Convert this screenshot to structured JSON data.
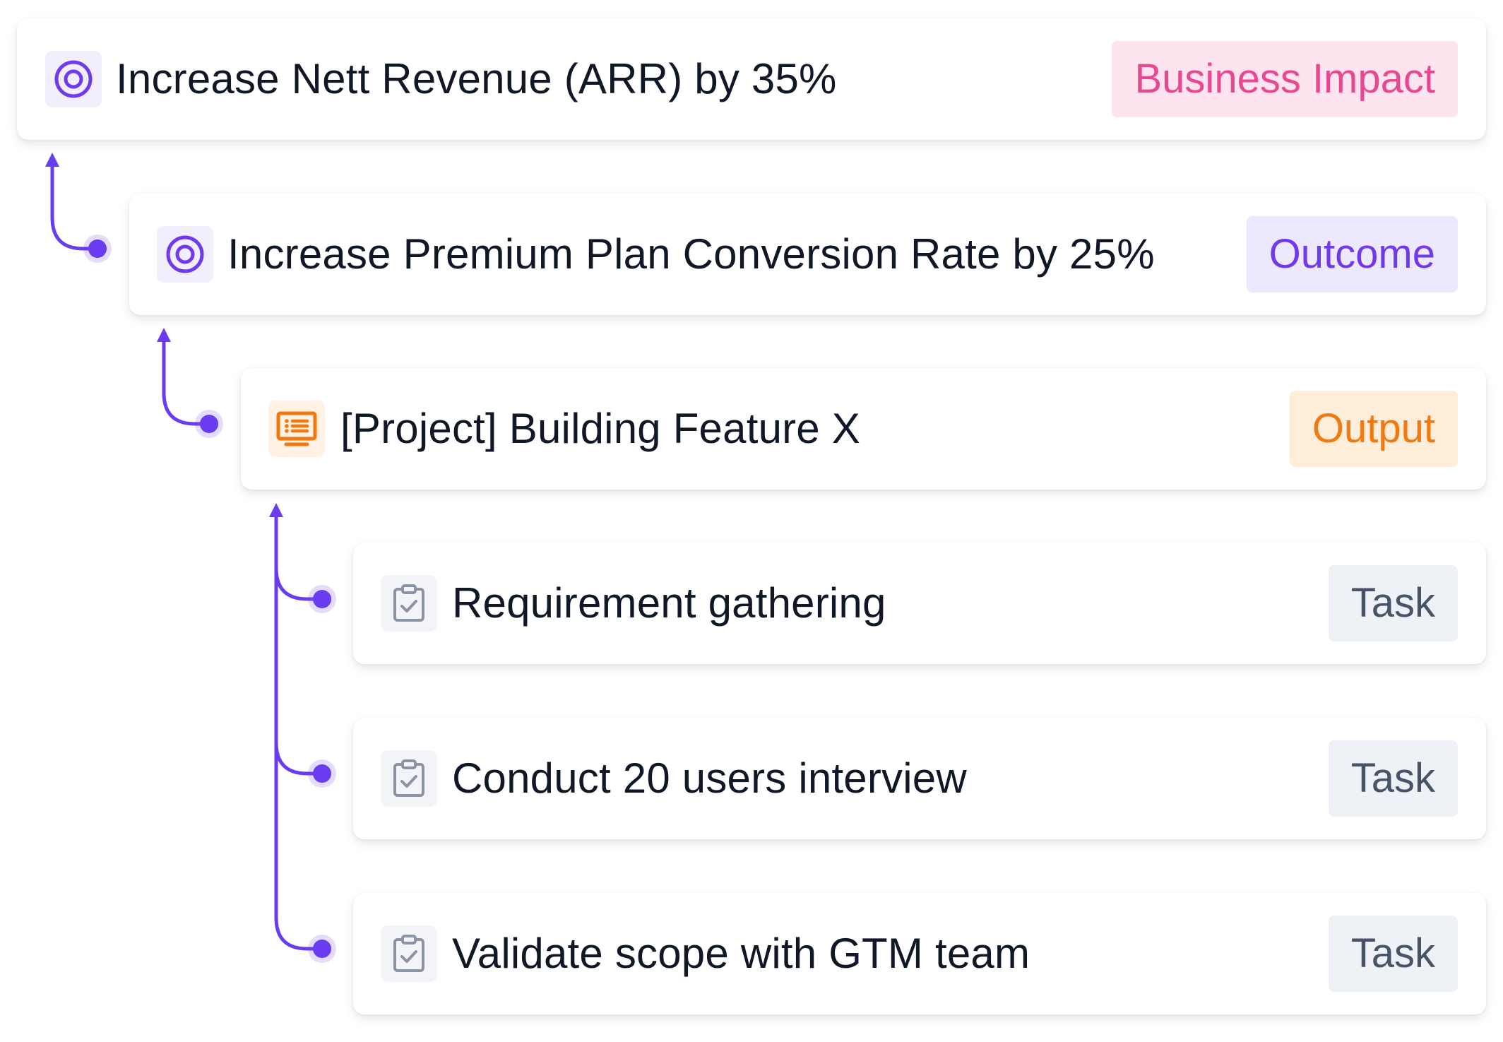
{
  "items": [
    {
      "title": "Increase Nett Revenue (ARR) by 35%",
      "badge": "Business Impact",
      "icon": "target-icon",
      "badge_color": "#e8488f",
      "badge_bg": "#fde4ef"
    },
    {
      "title": "Increase Premium Plan Conversion Rate by 25%",
      "badge": "Outcome",
      "icon": "target-icon",
      "badge_color": "#7139ec",
      "badge_bg": "#ece8fe"
    },
    {
      "title": "[Project] Building Feature X",
      "badge": "Output",
      "icon": "project-board-icon",
      "badge_color": "#f2790f",
      "badge_bg": "#feedd8"
    },
    {
      "title": "Requirement gathering",
      "badge": "Task",
      "icon": "clipboard-check-icon",
      "badge_color": "#475467",
      "badge_bg": "#eef1f5"
    },
    {
      "title": "Conduct 20 users interview",
      "badge": "Task",
      "icon": "clipboard-check-icon",
      "badge_color": "#475467",
      "badge_bg": "#eef1f5"
    },
    {
      "title": "Validate scope with GTM team",
      "badge": "Task",
      "icon": "clipboard-check-icon",
      "badge_color": "#475467",
      "badge_bg": "#eef1f5"
    }
  ],
  "colors": {
    "connector": "#6a3cf0",
    "text": "#101828"
  }
}
